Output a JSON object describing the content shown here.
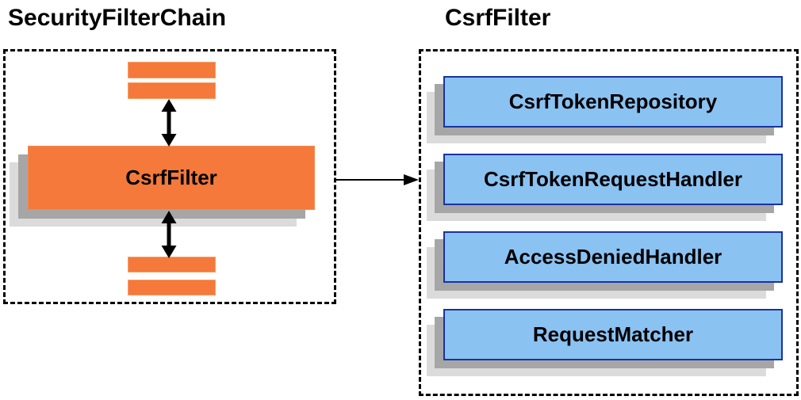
{
  "diagram": {
    "kind": "architecture-diagram",
    "background": "#ffffff"
  },
  "colors": {
    "orange_fill": "#F4793B",
    "orange_border": "#F8A068",
    "blue_fill": "#8AC2F2",
    "blue_border": "#1A339E",
    "shadow_mid": "#A6A6A6",
    "shadow_light": "#DBDBDB",
    "text": "#000000",
    "dashed_border": "#000000"
  },
  "left_panel": {
    "title": "SecurityFilterChain",
    "csrf_filter_label": "CsrfFilter"
  },
  "right_panel": {
    "title": "CsrfFilter",
    "components": [
      {
        "label": "CsrfTokenRepository"
      },
      {
        "label": "CsrfTokenRequestHandler"
      },
      {
        "label": "AccessDeniedHandler"
      },
      {
        "label": "RequestMatcher"
      }
    ]
  },
  "icons": {
    "double_arrow_vertical": "↕",
    "arrow_right": "→"
  }
}
